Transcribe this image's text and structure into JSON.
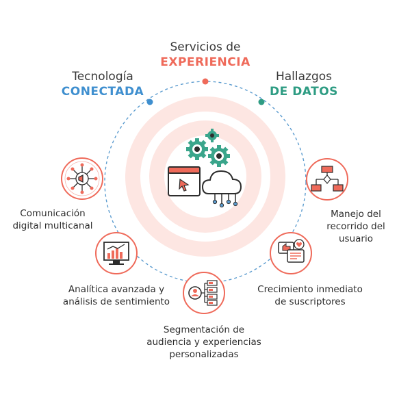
{
  "colors": {
    "red": "#ef6a5a",
    "blue": "#3f8fcf",
    "green": "#2e9c83",
    "ring_fill": "#fde6e2",
    "gear_green": "#3aa58b",
    "dark": "#2d2d2d",
    "dashed": "#5c9ccf"
  },
  "top_labels": {
    "servicios": {
      "light": "Servicios de",
      "bold": "EXPERIENCIA"
    },
    "tecnologia": {
      "light": "Tecnología",
      "bold": "CONECTADA"
    },
    "hallazgos": {
      "light": "Hallazgos",
      "bold": "DE DATOS"
    }
  },
  "nodes": [
    {
      "icon": "megaphone-network-icon",
      "lines": [
        "Comunicación",
        "digital multicanal"
      ]
    },
    {
      "icon": "analytics-monitor-icon",
      "lines": [
        "Analítica avanzada y",
        "análisis de sentimiento"
      ]
    },
    {
      "icon": "audience-segmentation-icon",
      "lines": [
        "Segmentación de",
        "audiencia y experiencias",
        "personalizadas"
      ]
    },
    {
      "icon": "subscriber-growth-icon",
      "lines": [
        "Crecimiento inmediato",
        "de suscriptores"
      ]
    },
    {
      "icon": "user-journey-flowchart-icon",
      "lines": [
        "Manejo del",
        "recorrido del",
        "usuario"
      ]
    }
  ],
  "center_icons": [
    "gears-icon",
    "browser-cursor-icon",
    "cloud-network-icon"
  ]
}
